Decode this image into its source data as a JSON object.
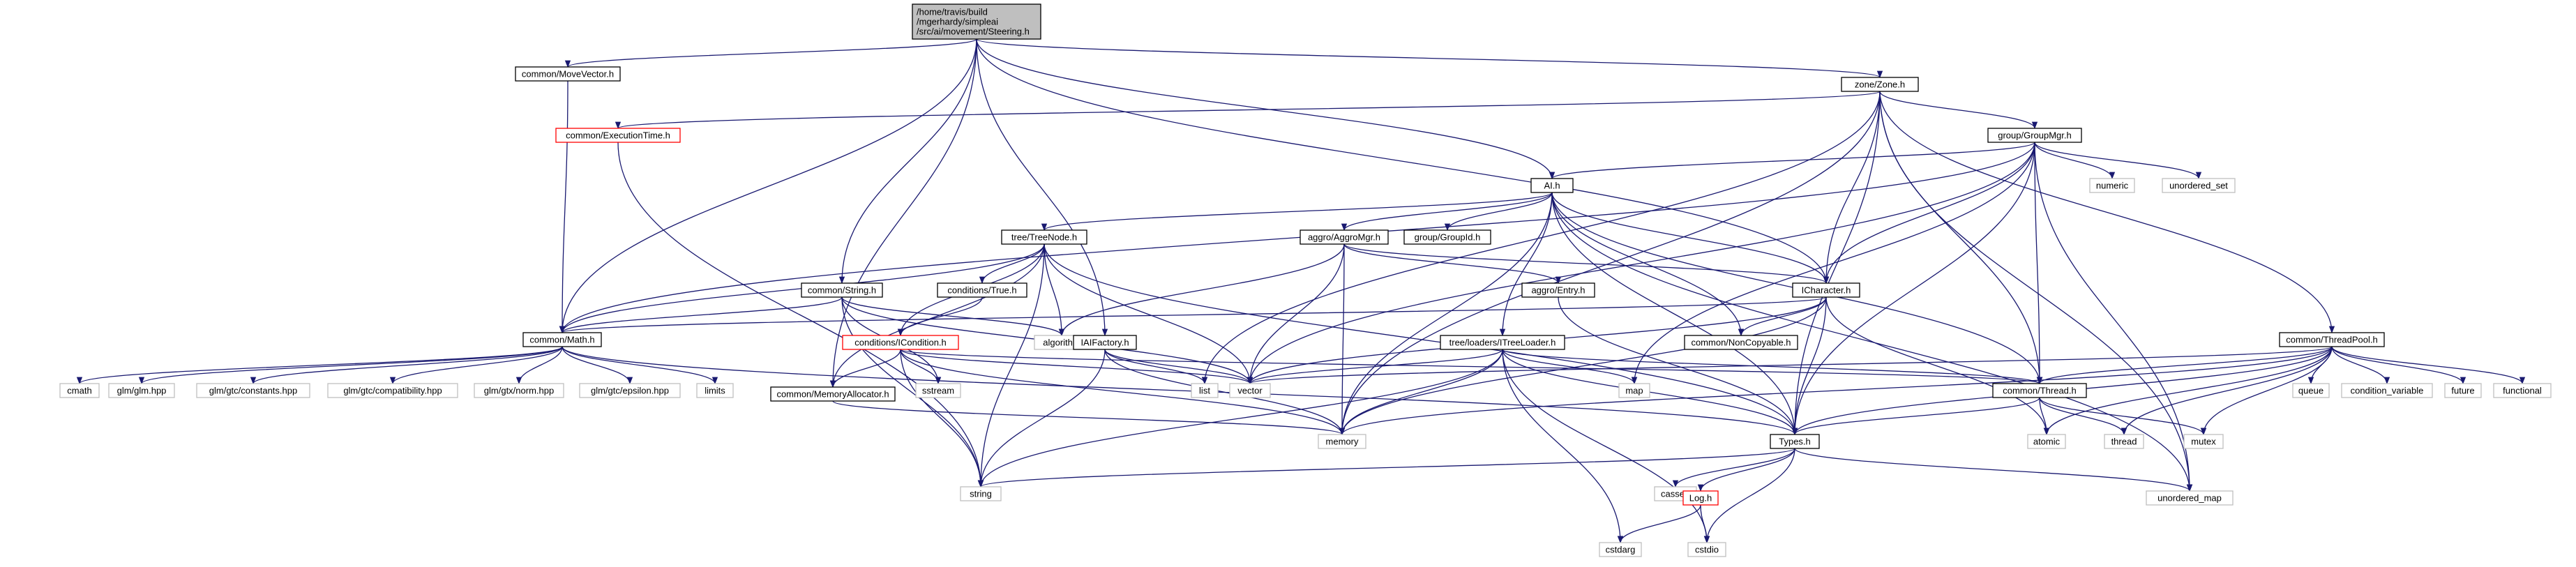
{
  "diagram": {
    "colors": {
      "edge": "#191970",
      "root_fill": "#bfbfbf",
      "normal_border": "#000000",
      "missing_border": "#bfbfbf",
      "truncated_border": "#ff0000",
      "background": "#ffffff"
    },
    "nodes": [
      {
        "id": "steering",
        "kind": "root",
        "lines": [
          "/home/travis/build",
          "/mgerhardy/simpleai",
          "/src/ai/movement/Steering.h"
        ]
      },
      {
        "id": "movevector",
        "kind": "normal",
        "lines": [
          "common/MoveVector.h"
        ]
      },
      {
        "id": "executiontime",
        "kind": "truncated",
        "lines": [
          "common/ExecutionTime.h"
        ]
      },
      {
        "id": "zone",
        "kind": "normal",
        "lines": [
          "zone/Zone.h"
        ]
      },
      {
        "id": "groupmgr",
        "kind": "normal",
        "lines": [
          "group/GroupMgr.h"
        ]
      },
      {
        "id": "numeric",
        "kind": "missing",
        "lines": [
          "numeric"
        ]
      },
      {
        "id": "unordered_set",
        "kind": "missing",
        "lines": [
          "unordered_set"
        ]
      },
      {
        "id": "ai",
        "kind": "normal",
        "lines": [
          "AI.h"
        ]
      },
      {
        "id": "treenode",
        "kind": "normal",
        "lines": [
          "tree/TreeNode.h"
        ]
      },
      {
        "id": "aggromgr",
        "kind": "normal",
        "lines": [
          "aggro/AggroMgr.h"
        ]
      },
      {
        "id": "groupid",
        "kind": "normal",
        "lines": [
          "group/GroupId.h"
        ]
      },
      {
        "id": "true",
        "kind": "normal",
        "lines": [
          "conditions/True.h"
        ]
      },
      {
        "id": "string_h",
        "kind": "normal",
        "lines": [
          "common/String.h"
        ]
      },
      {
        "id": "entry",
        "kind": "normal",
        "lines": [
          "aggro/Entry.h"
        ]
      },
      {
        "id": "icharacter",
        "kind": "normal",
        "lines": [
          "ICharacter.h"
        ]
      },
      {
        "id": "threadpool",
        "kind": "normal",
        "lines": [
          "common/ThreadPool.h"
        ]
      },
      {
        "id": "math",
        "kind": "normal",
        "lines": [
          "common/Math.h"
        ]
      },
      {
        "id": "icondition",
        "kind": "truncated",
        "lines": [
          "conditions/ICondition.h"
        ]
      },
      {
        "id": "algorithm",
        "kind": "missing",
        "lines": [
          "algorithm"
        ]
      },
      {
        "id": "iaifactory",
        "kind": "normal",
        "lines": [
          "IAIFactory.h"
        ]
      },
      {
        "id": "itreeloader",
        "kind": "normal",
        "lines": [
          "tree/loaders/ITreeLoader.h"
        ]
      },
      {
        "id": "noncopyable",
        "kind": "normal",
        "lines": [
          "common/NonCopyable.h"
        ]
      },
      {
        "id": "queue",
        "kind": "missing",
        "lines": [
          "queue"
        ]
      },
      {
        "id": "condition_variable",
        "kind": "missing",
        "lines": [
          "condition_variable"
        ]
      },
      {
        "id": "future",
        "kind": "missing",
        "lines": [
          "future"
        ]
      },
      {
        "id": "functional",
        "kind": "missing",
        "lines": [
          "functional"
        ]
      },
      {
        "id": "cmath",
        "kind": "missing",
        "lines": [
          "cmath"
        ]
      },
      {
        "id": "glm_glm",
        "kind": "missing",
        "lines": [
          "glm/glm.hpp"
        ]
      },
      {
        "id": "glm_constants",
        "kind": "missing",
        "lines": [
          "glm/gtc/constants.hpp"
        ]
      },
      {
        "id": "glm_compat",
        "kind": "missing",
        "lines": [
          "glm/gtc/compatibility.hpp"
        ]
      },
      {
        "id": "glm_norm",
        "kind": "missing",
        "lines": [
          "glm/gtx/norm.hpp"
        ]
      },
      {
        "id": "glm_epsilon",
        "kind": "missing",
        "lines": [
          "glm/gtc/epsilon.hpp"
        ]
      },
      {
        "id": "limits",
        "kind": "missing",
        "lines": [
          "limits"
        ]
      },
      {
        "id": "sstream",
        "kind": "missing",
        "lines": [
          "sstream"
        ]
      },
      {
        "id": "memallocator",
        "kind": "normal",
        "lines": [
          "common/MemoryAllocator.h"
        ]
      },
      {
        "id": "list",
        "kind": "missing",
        "lines": [
          "list"
        ]
      },
      {
        "id": "vector",
        "kind": "missing",
        "lines": [
          "vector"
        ]
      },
      {
        "id": "map",
        "kind": "missing",
        "lines": [
          "map"
        ]
      },
      {
        "id": "thread_h",
        "kind": "normal",
        "lines": [
          "common/Thread.h"
        ]
      },
      {
        "id": "memory",
        "kind": "missing",
        "lines": [
          "memory"
        ]
      },
      {
        "id": "types",
        "kind": "normal",
        "lines": [
          "Types.h"
        ]
      },
      {
        "id": "atomic",
        "kind": "missing",
        "lines": [
          "atomic"
        ]
      },
      {
        "id": "thread",
        "kind": "missing",
        "lines": [
          "thread"
        ]
      },
      {
        "id": "mutex",
        "kind": "missing",
        "lines": [
          "mutex"
        ]
      },
      {
        "id": "string",
        "kind": "missing",
        "lines": [
          "string"
        ]
      },
      {
        "id": "cassert",
        "kind": "missing",
        "lines": [
          "cassert"
        ]
      },
      {
        "id": "log",
        "kind": "truncated",
        "lines": [
          "Log.h"
        ]
      },
      {
        "id": "unordered_map",
        "kind": "missing",
        "lines": [
          "unordered_map"
        ]
      },
      {
        "id": "cstdarg",
        "kind": "missing",
        "lines": [
          "cstdarg"
        ]
      },
      {
        "id": "cstdio",
        "kind": "missing",
        "lines": [
          "cstdio"
        ]
      }
    ],
    "edges": [
      [
        "steering",
        "movevector"
      ],
      [
        "steering",
        "zone"
      ],
      [
        "steering",
        "ai"
      ],
      [
        "steering",
        "string_h"
      ],
      [
        "steering",
        "icharacter"
      ],
      [
        "steering",
        "math"
      ],
      [
        "steering",
        "iaifactory"
      ],
      [
        "steering",
        "memallocator"
      ],
      [
        "movevector",
        "math"
      ],
      [
        "executiontime",
        "string"
      ],
      [
        "zone",
        "executiontime"
      ],
      [
        "zone",
        "groupmgr"
      ],
      [
        "zone",
        "icharacter"
      ],
      [
        "zone",
        "threadpool"
      ],
      [
        "zone",
        "list"
      ],
      [
        "zone",
        "memory"
      ],
      [
        "zone",
        "thread_h"
      ],
      [
        "zone",
        "types"
      ],
      [
        "zone",
        "unordered_map"
      ],
      [
        "groupmgr",
        "ai"
      ],
      [
        "groupmgr",
        "numeric"
      ],
      [
        "groupmgr",
        "unordered_set"
      ],
      [
        "groupmgr",
        "icharacter"
      ],
      [
        "groupmgr",
        "math"
      ],
      [
        "groupmgr",
        "vector"
      ],
      [
        "groupmgr",
        "map"
      ],
      [
        "groupmgr",
        "thread_h"
      ],
      [
        "groupmgr",
        "types"
      ],
      [
        "groupmgr",
        "unordered_map"
      ],
      [
        "ai",
        "treenode"
      ],
      [
        "ai",
        "aggromgr"
      ],
      [
        "ai",
        "groupid"
      ],
      [
        "ai",
        "icharacter"
      ],
      [
        "ai",
        "itreeloader"
      ],
      [
        "ai",
        "noncopyable"
      ],
      [
        "ai",
        "thread_h"
      ],
      [
        "ai",
        "memory"
      ],
      [
        "ai",
        "types"
      ],
      [
        "ai",
        "unordered_map"
      ],
      [
        "treenode",
        "true"
      ],
      [
        "treenode",
        "icondition"
      ],
      [
        "treenode",
        "math"
      ],
      [
        "treenode",
        "algorithm"
      ],
      [
        "treenode",
        "memallocator"
      ],
      [
        "treenode",
        "vector"
      ],
      [
        "treenode",
        "string"
      ],
      [
        "treenode",
        "types"
      ],
      [
        "true",
        "icondition"
      ],
      [
        "aggromgr",
        "entry"
      ],
      [
        "aggromgr",
        "icharacter"
      ],
      [
        "aggromgr",
        "algorithm"
      ],
      [
        "aggromgr",
        "vector"
      ],
      [
        "aggromgr",
        "memory"
      ],
      [
        "entry",
        "types"
      ],
      [
        "string_h",
        "math"
      ],
      [
        "string_h",
        "sstream"
      ],
      [
        "string_h",
        "vector"
      ],
      [
        "string_h",
        "string"
      ],
      [
        "string_h",
        "algorithm"
      ],
      [
        "icharacter",
        "math"
      ],
      [
        "icharacter",
        "noncopyable"
      ],
      [
        "icharacter",
        "atomic"
      ],
      [
        "icharacter",
        "memory"
      ],
      [
        "icharacter",
        "types"
      ],
      [
        "icharacter",
        "vector"
      ],
      [
        "threadpool",
        "queue"
      ],
      [
        "threadpool",
        "condition_variable"
      ],
      [
        "threadpool",
        "future"
      ],
      [
        "threadpool",
        "functional"
      ],
      [
        "threadpool",
        "thread_h"
      ],
      [
        "threadpool",
        "vector"
      ],
      [
        "threadpool",
        "memory"
      ],
      [
        "threadpool",
        "thread"
      ],
      [
        "threadpool",
        "mutex"
      ],
      [
        "threadpool",
        "atomic"
      ],
      [
        "threadpool",
        "types"
      ],
      [
        "math",
        "cmath"
      ],
      [
        "math",
        "glm_glm"
      ],
      [
        "math",
        "glm_constants"
      ],
      [
        "math",
        "glm_compat"
      ],
      [
        "math",
        "glm_norm"
      ],
      [
        "math",
        "glm_epsilon"
      ],
      [
        "math",
        "limits"
      ],
      [
        "math",
        "types"
      ],
      [
        "icondition",
        "memallocator"
      ],
      [
        "icondition",
        "thread_h"
      ],
      [
        "icondition",
        "sstream"
      ],
      [
        "icondition",
        "string"
      ],
      [
        "icondition",
        "vector"
      ],
      [
        "icondition",
        "memory"
      ],
      [
        "iaifactory",
        "list"
      ],
      [
        "iaifactory",
        "vector"
      ],
      [
        "iaifactory",
        "memory"
      ],
      [
        "iaifactory",
        "string"
      ],
      [
        "itreeloader",
        "map"
      ],
      [
        "itreeloader",
        "thread_h"
      ],
      [
        "itreeloader",
        "vector"
      ],
      [
        "itreeloader",
        "memory"
      ],
      [
        "itreeloader",
        "string"
      ],
      [
        "itreeloader",
        "cstdarg"
      ],
      [
        "itreeloader",
        "cstdio"
      ],
      [
        "itreeloader",
        "types"
      ],
      [
        "memallocator",
        "memory"
      ],
      [
        "thread_h",
        "atomic"
      ],
      [
        "thread_h",
        "thread"
      ],
      [
        "thread_h",
        "mutex"
      ],
      [
        "thread_h",
        "types"
      ],
      [
        "types",
        "string"
      ],
      [
        "types",
        "cassert"
      ],
      [
        "types",
        "log"
      ],
      [
        "types",
        "cstdio"
      ],
      [
        "types",
        "unordered_map"
      ],
      [
        "log",
        "cstdarg"
      ],
      [
        "log",
        "cstdio"
      ]
    ]
  }
}
